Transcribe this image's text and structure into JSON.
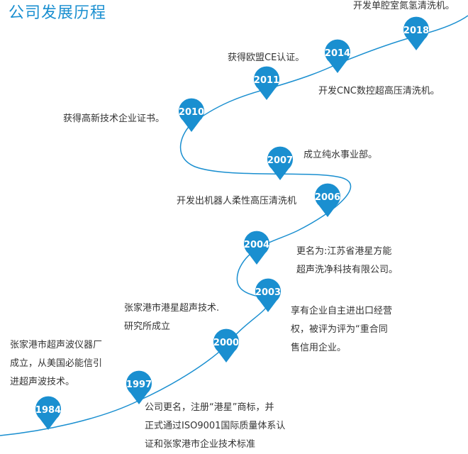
{
  "page": {
    "title": "公司发展历程",
    "colors": {
      "accent": "#1a8fd0",
      "line": "#1a8fd0",
      "text": "#333333"
    }
  },
  "milestones": [
    {
      "year": "1984",
      "lines": [
        "张家港市超声波仪器厂",
        "成立，从美国必能信引",
        "进超声波技术。"
      ]
    },
    {
      "year": "1997",
      "lines": [
        "公司更名，注册“港星”商标，并",
        "正式通过ISO9001国际质量体系认",
        "证和张家港市企业技术标准"
      ]
    },
    {
      "year": "2000",
      "lines": [
        "张家港市港星超声技术.",
        "研究所成立"
      ]
    },
    {
      "year": "2003",
      "lines": [
        "享有企业自主进出口经营",
        "权，被评为评为“重合同",
        "售信用企业。"
      ]
    },
    {
      "year": "2004",
      "lines": [
        "更名为:江苏省港星方能",
        "超声洗净科技有限公司。"
      ]
    },
    {
      "year": "2006",
      "lines": [
        "开发出机器人柔性高压清洗机"
      ]
    },
    {
      "year": "2007",
      "lines": [
        "成立纯水事业部。"
      ]
    },
    {
      "year": "2010",
      "lines": [
        "获得高新技术企业证书。"
      ]
    },
    {
      "year": "2011",
      "lines": [
        "获得欧盟CE认证。"
      ]
    },
    {
      "year": "2014",
      "lines": [
        "开发CNC数控超高压清洗机。"
      ]
    },
    {
      "year": "2018",
      "lines": [
        "开发单腔室氮氢清洗机。"
      ]
    }
  ]
}
